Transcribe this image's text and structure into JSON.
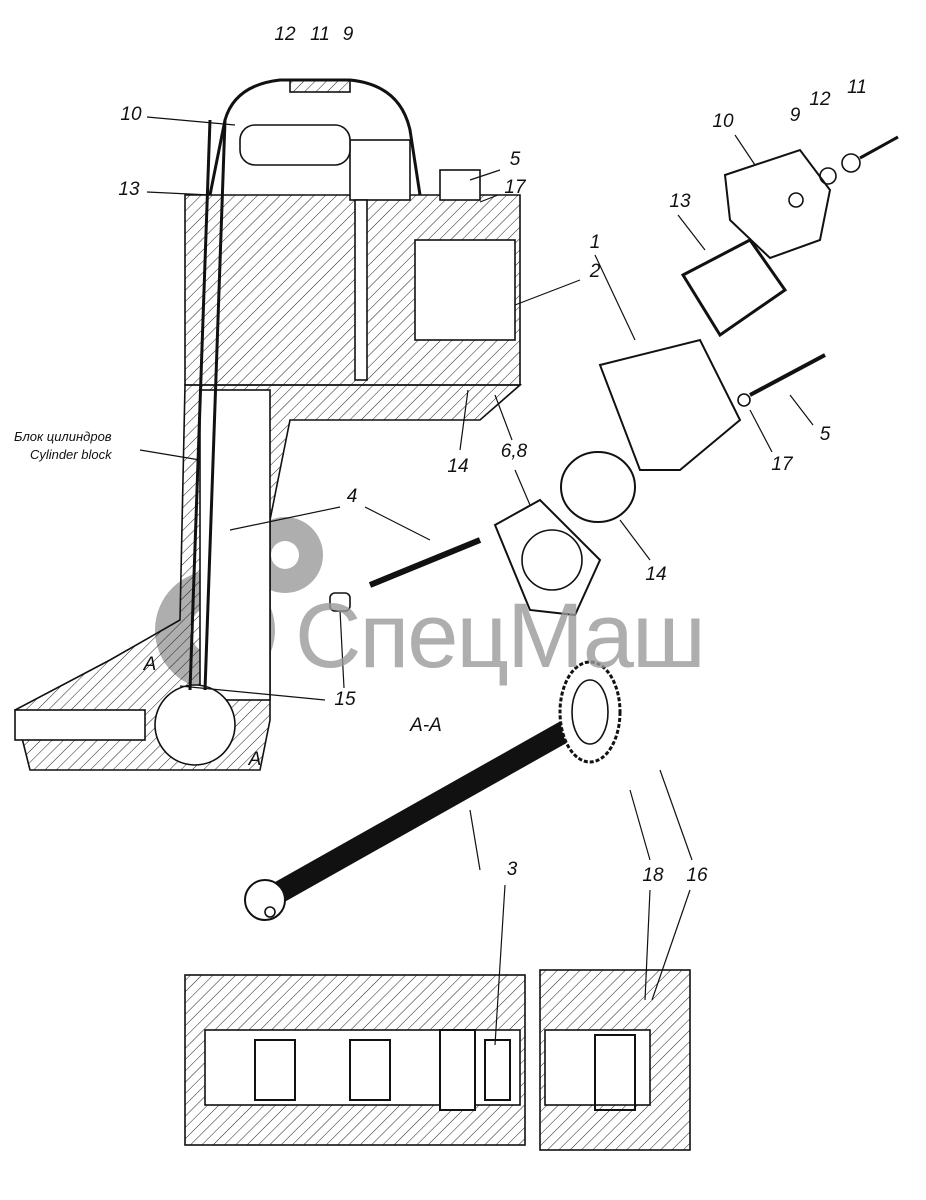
{
  "callouts": {
    "top_12": "12",
    "top_11": "11",
    "top_9": "9",
    "left_10": "10",
    "left_13": "13",
    "mid_5": "5",
    "mid_17": "17",
    "mid_1": "1",
    "mid_2": "2",
    "exp_10": "10",
    "exp_9": "9",
    "exp_12": "12",
    "exp_11": "11",
    "exp_13": "13",
    "exp_5": "5",
    "exp_17": "17",
    "low_14": "14",
    "gasket_68": "6,8",
    "pushrod_4_left": "4",
    "ring_14": "14",
    "tappet_15": "15",
    "section_a1": "A",
    "section_a2": "A",
    "section_aa": "A-A",
    "camshaft_3": "3",
    "bolt_18": "18",
    "bolt_16": "16"
  },
  "notes": {
    "block_ru": "Блок цилиндров",
    "block_en": "Cylinder block"
  },
  "watermark": "СпецМаш"
}
